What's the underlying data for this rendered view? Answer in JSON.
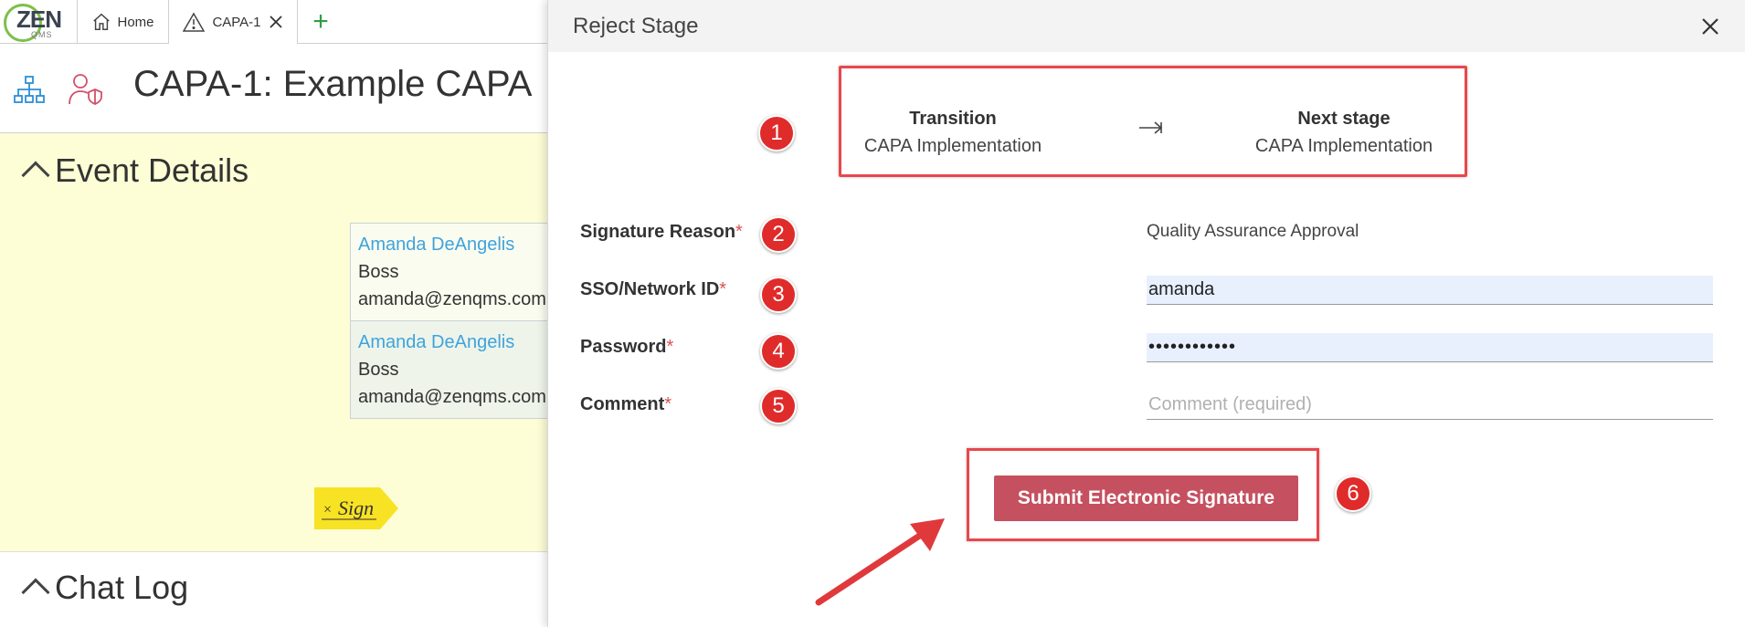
{
  "app": {
    "logo_text": "ZEN",
    "logo_sub": "QMS",
    "tabs": [
      {
        "label": "Home",
        "icon": "home-icon"
      },
      {
        "label": "CAPA-1",
        "icon": "warning-icon",
        "closable": true
      }
    ],
    "add_tab_label": "+"
  },
  "page": {
    "title": "CAPA-1: Example CAPA",
    "icons": [
      "org-chart-icon",
      "user-shield-icon"
    ]
  },
  "event_details": {
    "title": "Event Details",
    "signers": [
      {
        "name": "Amanda DeAngelis",
        "role": "Boss",
        "email": "amanda@zenqms.com"
      },
      {
        "name": "Amanda DeAngelis",
        "role": "Boss",
        "email": "amanda@zenqms.com"
      }
    ],
    "sign_tag": "Sign"
  },
  "chat_log": {
    "title": "Chat Log"
  },
  "modal": {
    "title": "Reject Stage",
    "transition": {
      "transition_label": "Transition",
      "transition_value": "CAPA Implementation",
      "next_label": "Next stage",
      "next_value": "CAPA Implementation"
    },
    "fields": {
      "signature_reason": {
        "label": "Signature Reason",
        "required": "*",
        "value": "Quality Assurance Approval"
      },
      "sso": {
        "label": "SSO/Network ID",
        "required": "*",
        "value": "amanda"
      },
      "password": {
        "label": "Password",
        "required": "*",
        "value": "••••••••••••"
      },
      "comment": {
        "label": "Comment",
        "required": "*",
        "placeholder": "Comment (required)"
      }
    },
    "submit_label": "Submit Electronic Signature",
    "badges": [
      "1",
      "2",
      "3",
      "4",
      "5",
      "6"
    ],
    "accent_color": "#c5505f",
    "highlight_color": "#e8474d"
  }
}
